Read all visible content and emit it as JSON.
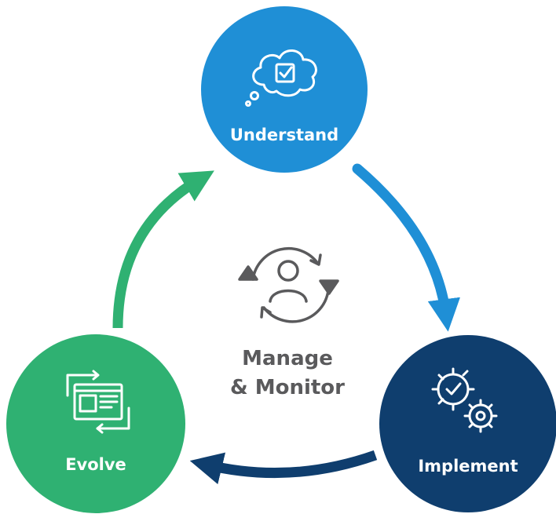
{
  "diagram": {
    "nodes": {
      "understand": {
        "label": "Understand",
        "color": "#1f8fd6"
      },
      "implement": {
        "label": "Implement",
        "color": "#0f3e6e"
      },
      "evolve": {
        "label": "Evolve",
        "color": "#2fb172"
      }
    },
    "center": {
      "line1": "Manage",
      "line2": "& Monitor",
      "color": "#5a5a5c"
    },
    "arrows": {
      "understand_to_implement": "#1f8fd6",
      "implement_to_evolve": "#0f3e6e",
      "evolve_to_understand": "#2fb172"
    },
    "icons": {
      "understand": "thought-cloud-checkbox-icon",
      "implement": "gears-check-icon",
      "evolve": "browser-window-cycle-icon",
      "center": "person-cycle-icon"
    }
  }
}
